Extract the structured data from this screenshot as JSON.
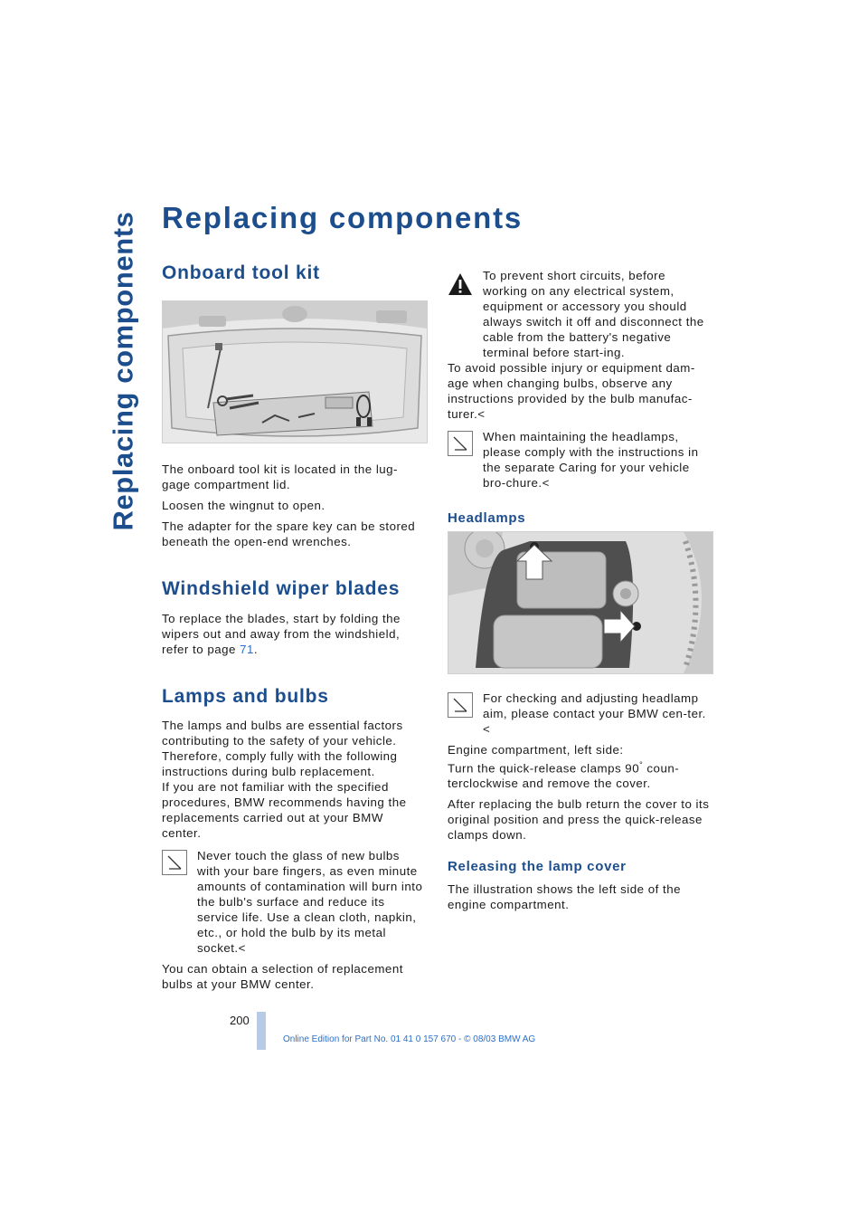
{
  "sidebar_title": "Replacing components",
  "page_title": "Replacing components",
  "left": {
    "tool_kit": {
      "heading": "Onboard tool kit",
      "image_code": "MV00150CMA",
      "p1": "The onboard tool kit is located in the lug-gage compartment lid.",
      "p2": "Loosen the wingnut to open.",
      "p3": "The adapter for the spare key can be stored beneath the open-end wrenches."
    },
    "wiper": {
      "heading": "Windshield wiper blades",
      "p1_before": "To replace the blades, start by folding the wipers out and away from the windshield, refer to page ",
      "p1_page": "71",
      "p1_after": "."
    },
    "lamps": {
      "heading": "Lamps and bulbs",
      "p1": "The lamps and bulbs are essential factors contributing to the safety of your vehicle. Therefore, comply fully with the following instructions during bulb replacement.",
      "p2": "If you are not familiar with the specified procedures, BMW recommends having the replacements carried out at your BMW center.",
      "note_first": "Never touch the glass of new bulbs",
      "note_rest": "with your bare fingers, as even minute amounts of contamination will burn into the bulb's surface and reduce its service life. Use a clean cloth, napkin, etc., or hold the bulb by its metal socket.<",
      "p3": "You can obtain a selection of replacement bulbs at your BMW center."
    }
  },
  "right": {
    "warning": {
      "first": "To prevent short circuits, before",
      "rest": "working on any electrical system, equipment or accessory you should always switch it off and disconnect the cable from the battery's negative terminal before start-ing.",
      "second": "To avoid possible injury or equipment dam-age when changing bulbs, observe any instructions provided by the bulb manufac-turer.<"
    },
    "note1": {
      "first": "When maintaining the headlamps,",
      "rest": "please comply with the instructions in the separate Caring for your vehicle bro-chure.<"
    },
    "headlamps": {
      "heading": "Headlamps",
      "image_code": "MV01820CMA"
    },
    "note2": {
      "first": "For checking and adjusting headlamp",
      "rest": "aim, please contact your BMW cen-ter.<"
    },
    "engine_p1": "Engine compartment, left side:",
    "engine_p2_a": "Turn the quick-release clamps 90",
    "engine_p2_deg": "°",
    "engine_p2_b": " coun-terclockwise and remove the cover.",
    "engine_p3": "After replacing the bulb return the cover to its original position and press the quick-release clamps down.",
    "releasing": {
      "heading": "Releasing the lamp cover",
      "p1": "The illustration shows the left side of the engine compartment."
    }
  },
  "page_number": "200",
  "footer": "Online Edition for Part No. 01 41 0 157 670 - © 08/03 BMW AG",
  "colors": {
    "heading": "#1c4d8c",
    "link": "#2b6fc7",
    "page_bar": "#b8cbe6"
  }
}
